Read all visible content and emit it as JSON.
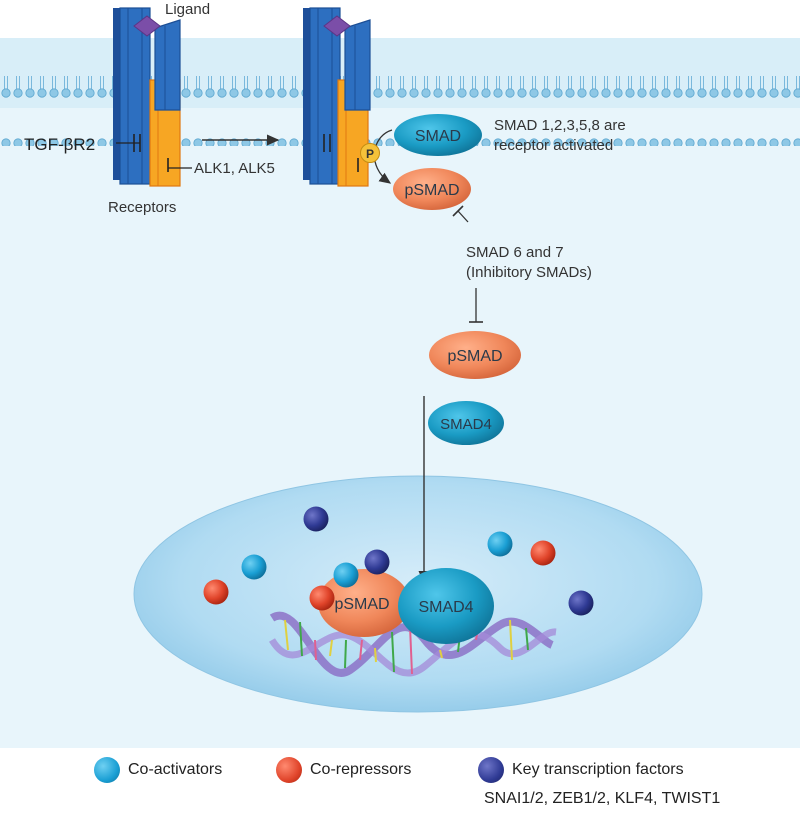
{
  "labels": {
    "ligand": "Ligand",
    "tgf_receptor": "TGF-βR2",
    "alk": "ALK1, ALK5",
    "receptors": "Receptors",
    "phospho": "P",
    "smad_activated_line1": "SMAD 1,2,3,5,8 are",
    "smad_activated_line2": "receptor activated",
    "inhibitory_line1": "SMAD 6 and 7",
    "inhibitory_line2": "(Inhibitory SMADs)"
  },
  "ovals": {
    "smad": "SMAD",
    "psmad_top": "pSMAD",
    "psmad_mid": "pSMAD",
    "smad4_mid": "SMAD4",
    "psmad_nucleus": "pSMAD",
    "smad4_nucleus": "SMAD4"
  },
  "legend": {
    "coactivators": "Co-activators",
    "corepressors": "Co-repressors",
    "key_tf": "Key transcription factors",
    "key_tf_list": "SNAI1/2, ZEB1/2, KLF4, TWIST1"
  },
  "colors": {
    "cell_background": "#e8f5fb",
    "membrane": "#a9d4ea",
    "receptor_blue": "#2d6fc0",
    "receptor_orange": "#f7a623",
    "smad_teal": "#1a9bc4",
    "psmad_orange": "#f0875a",
    "nucleus": "#a9d6f0",
    "coactivator": "#1a9fd4",
    "corepressor": "#e0442a",
    "transcription_factor": "#2f3a94"
  }
}
